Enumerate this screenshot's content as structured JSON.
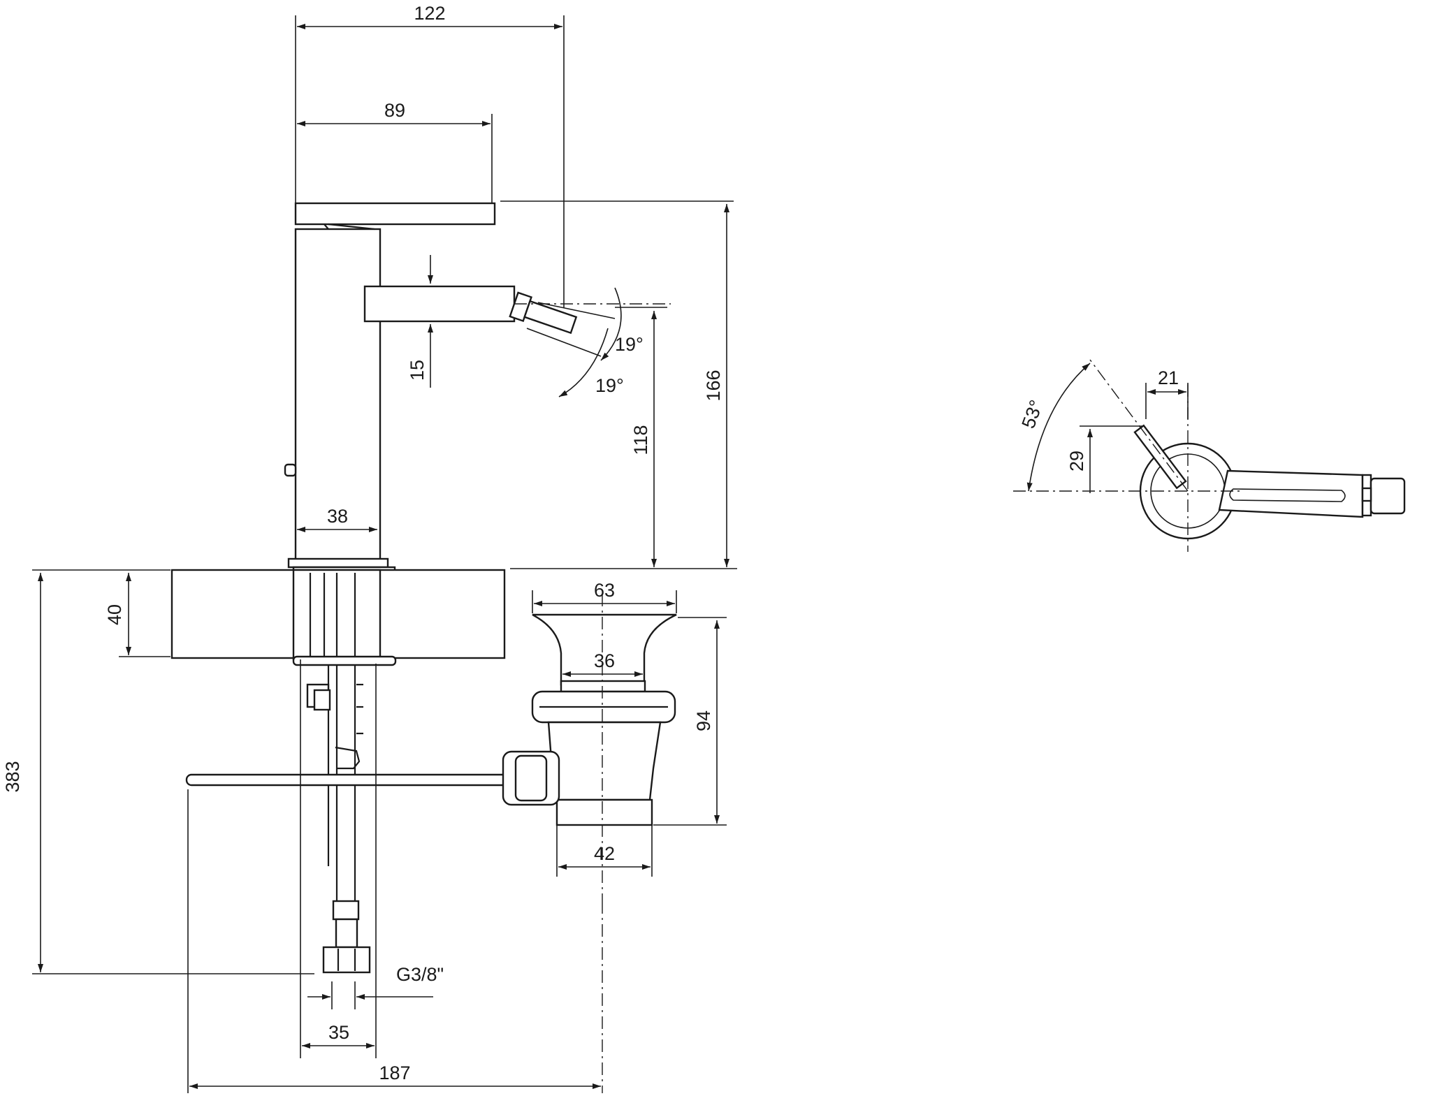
{
  "drawing": {
    "dimensions": {
      "top_width": "122",
      "handle_width": "89",
      "total_height": "166",
      "spout_height": "118",
      "nozzle_offset": "15",
      "angle_up": "19°",
      "angle_down": "19°",
      "body_width": "38",
      "deck_thickness": "40",
      "below_deck_length": "383",
      "waste_flange_diameter": "63",
      "waste_inner_diameter": "36",
      "waste_height": "94",
      "waste_outlet_diameter": "42",
      "connector_spacing": "35",
      "overall_depth": "187",
      "thread_size": "G3/8\"",
      "plan_offset": "21",
      "plan_lever_offset": "29",
      "plan_angle": "53°"
    }
  }
}
